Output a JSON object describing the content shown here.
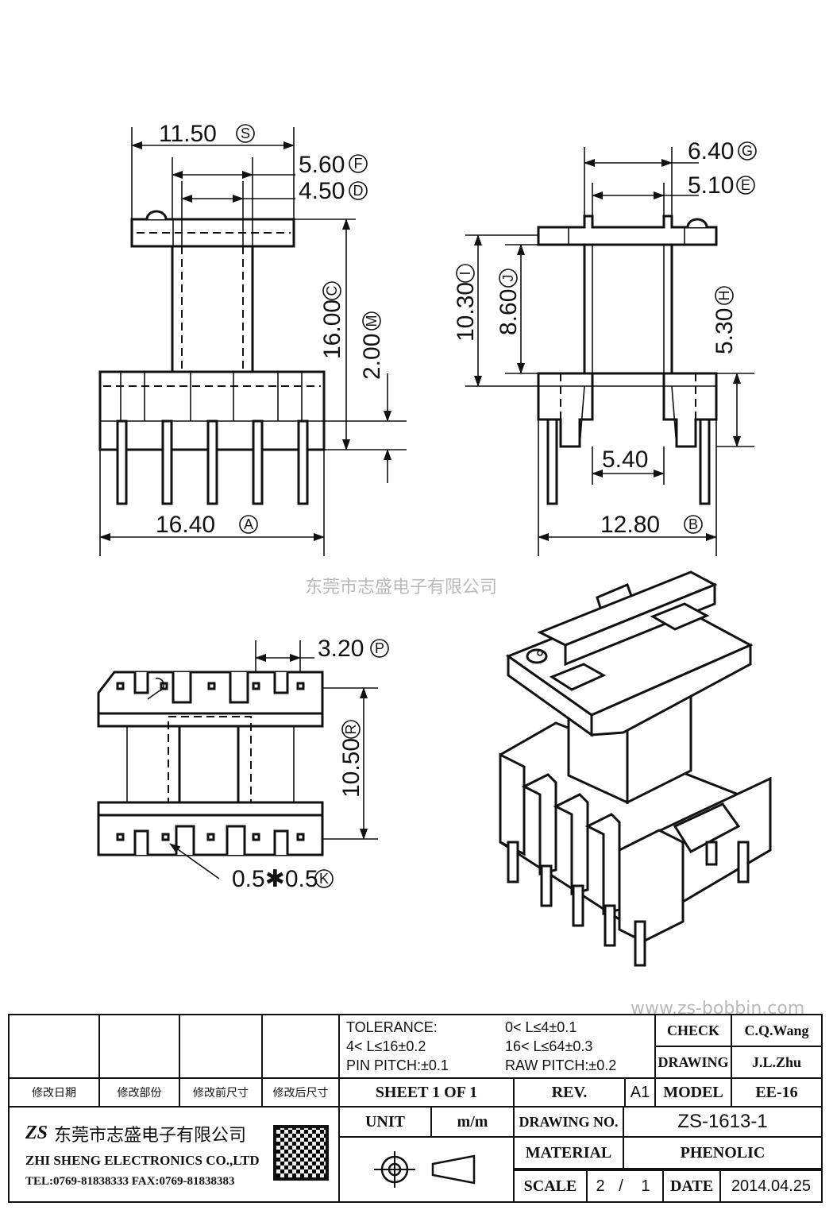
{
  "dimensions": {
    "top_width": "11.50",
    "top_width_mark": "S",
    "dim_f": "5.60",
    "dim_f_mark": "F",
    "dim_d": "4.50",
    "dim_d_mark": "D",
    "height_c": "16.00",
    "height_c_mark": "C",
    "dim_m": "2.00",
    "dim_m_mark": "M",
    "base_width": "16.40",
    "base_width_mark": "A",
    "dim_g": "6.40",
    "dim_g_mark": "G",
    "dim_e": "5.10",
    "dim_e_mark": "E",
    "dim_i": "10.30",
    "dim_i_mark": "I",
    "dim_j": "8.60",
    "dim_j_mark": "J",
    "dim_h": "5.30",
    "dim_h_mark": "H",
    "inner_54": "5.40",
    "side_width": "12.80",
    "side_width_mark": "B",
    "pitch_p": "3.20",
    "pitch_p_mark": "P",
    "dim_r": "10.50",
    "dim_r_mark": "R",
    "notch_k": "0.5✱0.5",
    "notch_k_mark": "K"
  },
  "watermark_company": "东莞市志盛电子有限公司",
  "watermark_url": "www.zs-bobbin.com",
  "title_block": {
    "tolerance_label": "TOLERANCE:",
    "tol_1": "0< L≤4±0.1",
    "tol_2": "4< L≤16±0.2",
    "tol_3": "16< L≤64±0.3",
    "pin_pitch": "PIN PITCH:±0.1",
    "raw_pitch": "RAW PITCH:±0.2",
    "check_label": "CHECK",
    "check_value": "C.Q.Wang",
    "drawing_label": "DRAWING",
    "drawing_value": "J.L.Zhu",
    "rev_headers": [
      "修改日期",
      "修改部份",
      "修改前尺寸",
      "修改后尺寸"
    ],
    "sheet": "SHEET 1 OF 1",
    "rev_label": "REV.",
    "rev_value": "A1",
    "model_label": "MODEL",
    "model_value": "EE-16",
    "company_cn": "东莞市志盛电子有限公司",
    "company_en": "ZHI SHENG ELECTRONICS CO.,LTD",
    "contact": "TEL:0769-81838333 FAX:0769-81838383",
    "logo_text": "ZS",
    "unit_label": "UNIT",
    "unit_value": "m/m",
    "drawing_no_label": "DRAWING NO.",
    "drawing_no_value": "ZS-1613-1",
    "material_label": "MATERIAL",
    "material_value": "PHENOLIC",
    "scale_label": "SCALE",
    "scale_num": "2",
    "scale_sep": "/",
    "scale_den": "1",
    "date_label": "DATE",
    "date_value": "2014.04.25"
  }
}
